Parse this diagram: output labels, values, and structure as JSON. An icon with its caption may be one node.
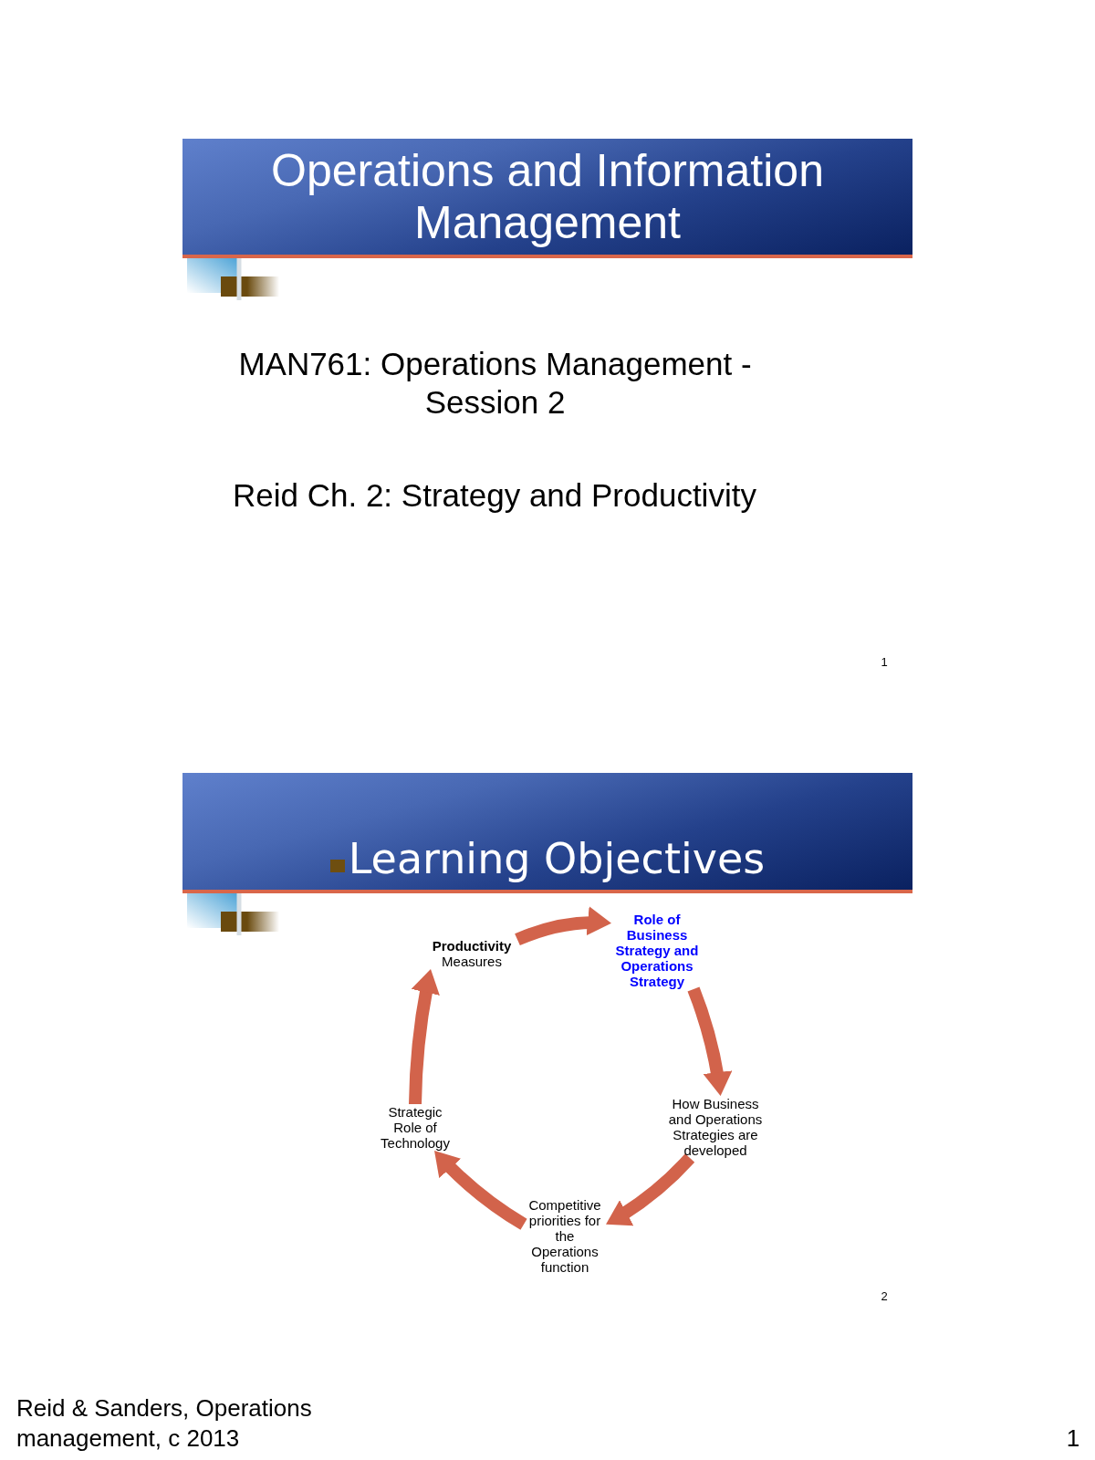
{
  "diagram": {
    "nodes": [
      {
        "text": [
          "Operations and Information Management"
        ]
      },
      {
        "text": [
          "Learning Objectives"
        ]
      },
      {
        "text": [
          "**Productivity** Measures"
        ]
      },
      {
        "text": [
          "Role of Business Strategy and Operations Strategy"
        ]
      },
      {
        "text": [
          "How Business and Operations Strategies are developed"
        ]
      },
      {
        "text": [
          "Competitive priorities for the Operations function"
        ]
      },
      {
        "text": [
          "Strategic Role of Technology"
        ]
      }
    ],
    "edges": [
      {
        "from": 2,
        "to": 3,
        "arrow": "to"
      },
      {
        "from": 3,
        "to": 4,
        "arrow": "to"
      },
      {
        "from": 4,
        "to": 5,
        "arrow": "to"
      },
      {
        "from": 5,
        "to": 6,
        "arrow": "to"
      },
      {
        "from": 6,
        "to": 2,
        "arrow": "to"
      }
    ],
    "labels": [
      "MAN761: Operations Management - Session 2",
      "Reid Ch. 2: Strategy and Productivity",
      "1",
      "2",
      "Reid & Sanders, Operations management, c 2013",
      "1"
    ]
  }
}
